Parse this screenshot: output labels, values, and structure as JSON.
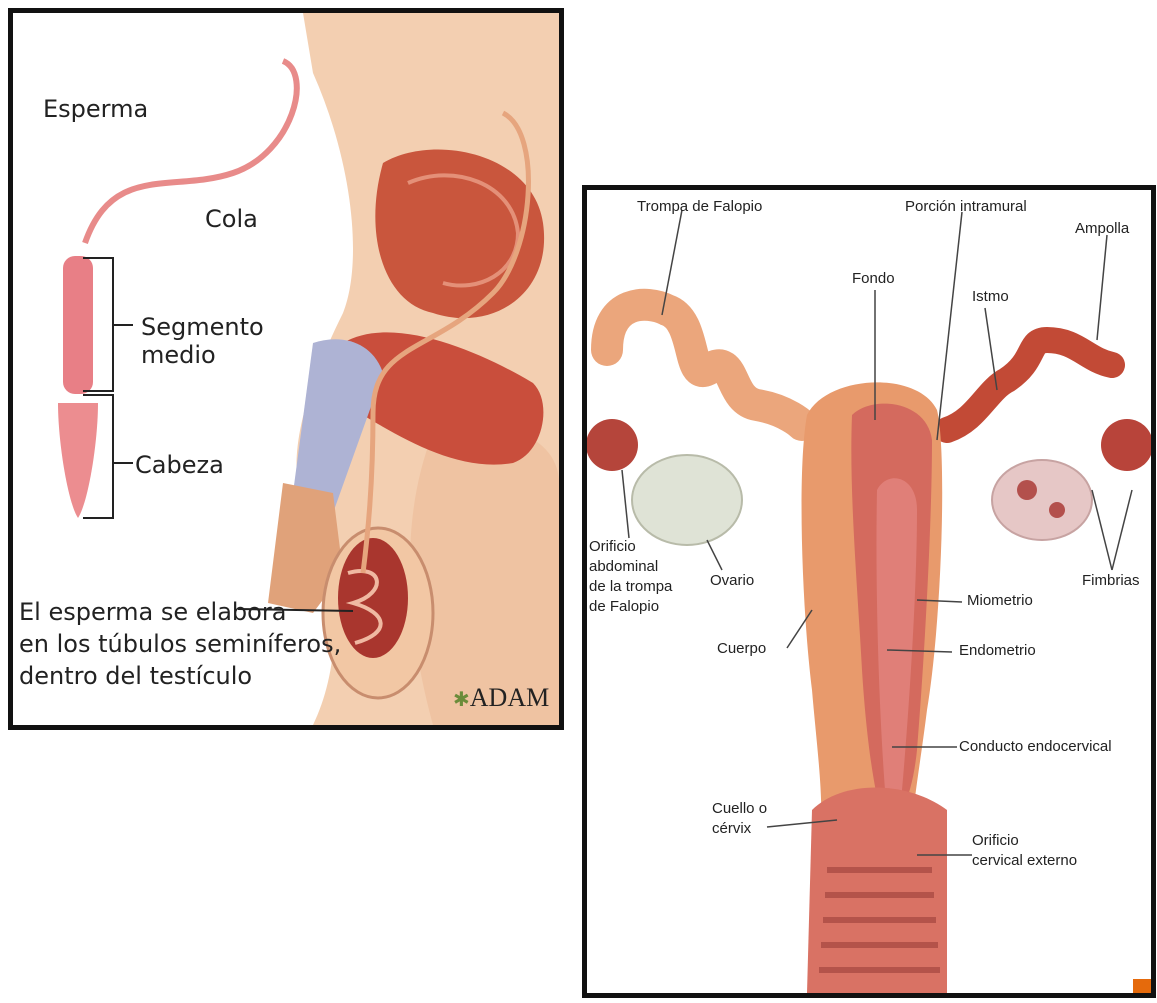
{
  "male_panel": {
    "labels": {
      "esperma": "Esperma",
      "cola": "Cola",
      "segmento": "Segmento\nmedio",
      "cabeza": "Cabeza",
      "caption_line1": "El esperma se elabora",
      "caption_line2": "en los túbulos seminíferos,",
      "caption_line3": "dentro del testículo"
    },
    "logo": "ADAM"
  },
  "female_panel": {
    "labels": {
      "trompa": "Trompa de Falopio",
      "porcion": "Porción intramural",
      "ampolla": "Ampolla",
      "fondo": "Fondo",
      "istmo": "Istmo",
      "orificio_abd_1": "Orificio",
      "orificio_abd_2": "abdominal",
      "orificio_abd_3": "de la trompa",
      "orificio_abd_4": "de Falopio",
      "ovario": "Ovario",
      "fimbrias": "Fimbrias",
      "miometrio": "Miometrio",
      "cuerpo": "Cuerpo",
      "endometrio": "Endometrio",
      "conducto": "Conducto endocervical",
      "cuello_1": "Cuello o",
      "cuello_2": "cérvix",
      "orificio_cerv_1": "Orificio",
      "orificio_cerv_2": "cervical externo"
    }
  },
  "colors": {
    "skin": "#f2c7a4",
    "muscle": "#c8503a",
    "bg_shade": "#f7dcc6",
    "uterus_outer": "#e89a6c",
    "uterus_inner": "#d46a5e",
    "ovary": "#dfe3d6",
    "ovary_r": "#e6c7c6",
    "accent": "#e56a0c"
  }
}
